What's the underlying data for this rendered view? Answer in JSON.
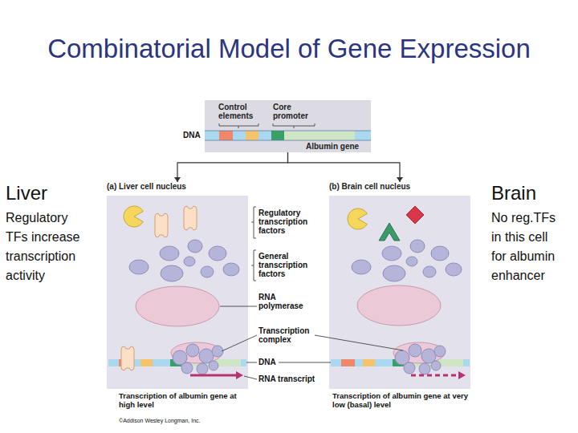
{
  "diagram": {
    "title": "Combinatorial Model of Gene Expression",
    "nodes": [
      {
        "text": [
          "Control elements",
          "Core promoter",
          "Albumin gene"
        ]
      },
      {
        "text": [
          "(a) Liver cell nucleus"
        ]
      },
      {
        "text": [
          "(b) Brain cell nucleus"
        ]
      }
    ],
    "edges": [
      {
        "from": 0,
        "to": 1,
        "arrow": "to"
      },
      {
        "from": 0,
        "to": 2,
        "arrow": "to"
      }
    ],
    "labels": [
      "Liver",
      "Regulatory TFs increase transcription activity",
      "Brain",
      "No reg.TFs in this cell for albumin enhancer",
      "DNA",
      "Regulatory transcription factors",
      "General transcription factors",
      "RNA polymerase",
      "Transcription complex",
      "DNA",
      "RNA transcript",
      "Transcription of albumin gene at high level",
      "Transcription of albumin gene at very low (basal) level",
      "©Addison Wesley Longman, Inc."
    ]
  }
}
